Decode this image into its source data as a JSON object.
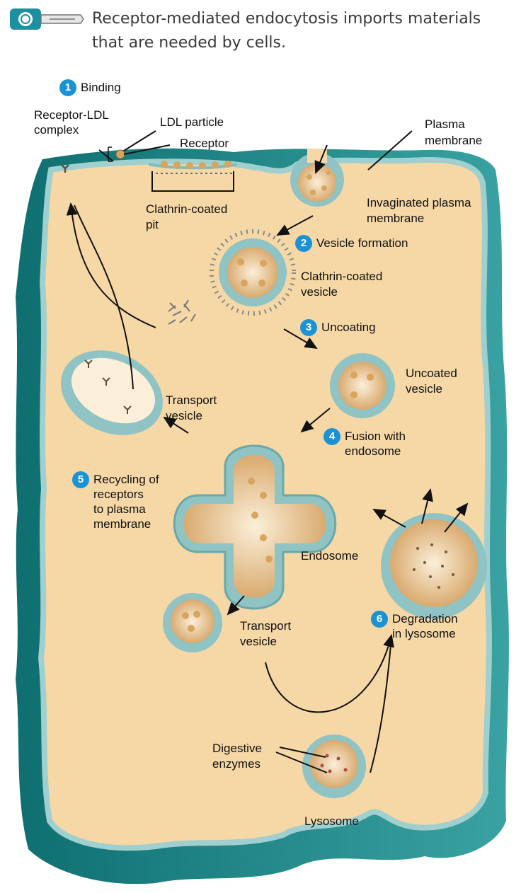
{
  "caption": "Receptor-mediated endocytosis imports materials that are needed by cells.",
  "caption_icon": "key-badge-icon",
  "colors": {
    "cytoplasm": "#f6d7a6",
    "membrane": "#8fc3c4",
    "cell_wall_dark": "#167a7a",
    "step_badge": "#1a92d6",
    "ldl_particle": "#d8a55c",
    "receptor": "#5b4f44"
  },
  "steps": [
    {
      "num": "1",
      "label": "Binding"
    },
    {
      "num": "2",
      "label": "Vesicle formation"
    },
    {
      "num": "3",
      "label": "Uncoating"
    },
    {
      "num": "4",
      "label": "Fusion with",
      "label2": "endosome"
    },
    {
      "num": "5",
      "label": "Recycling of",
      "label2": "receptors",
      "label3": "to plasma",
      "label4": "membrane"
    },
    {
      "num": "6",
      "label": "Degradation",
      "label2": "in lysosome"
    }
  ],
  "labels": {
    "receptor_ldl": [
      "Receptor-LDL",
      "complex"
    ],
    "ldl_particle": "LDL particle",
    "receptor": "Receptor",
    "plasma_membrane": [
      "Plasma",
      "membrane"
    ],
    "clathrin_pit": [
      "Clathrin-coated",
      "pit"
    ],
    "invaginated": [
      "Invaginated plasma",
      "membrane"
    ],
    "clathrin_vesicle": [
      "Clathrin-coated",
      "vesicle"
    ],
    "uncoated_vesicle": [
      "Uncoated",
      "vesicle"
    ],
    "transport_vesicle_top": [
      "Transport",
      "vesicle"
    ],
    "endosome": "Endosome",
    "transport_vesicle_bottom": [
      "Transport",
      "vesicle"
    ],
    "digestive_enzymes": [
      "Digestive",
      "enzymes"
    ],
    "lysosome": "Lysosome"
  }
}
